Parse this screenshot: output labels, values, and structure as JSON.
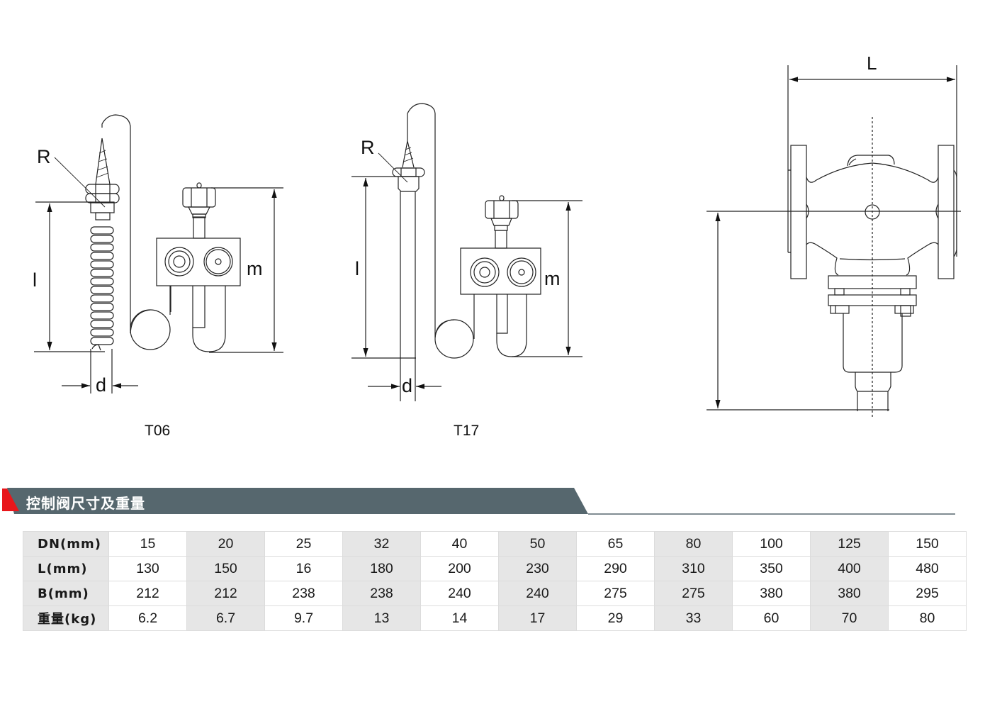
{
  "drawings": {
    "t06": {
      "caption": "T06",
      "labels": {
        "R": "R",
        "l": "l",
        "m": "m",
        "d": "d"
      }
    },
    "t17": {
      "caption": "T17",
      "labels": {
        "R": "R",
        "l": "l",
        "m": "m",
        "d": "d"
      }
    },
    "valve": {
      "labels": {
        "L": "L"
      }
    }
  },
  "section": {
    "title": "控制阀尺寸及重量",
    "accent_color": "#e8161b",
    "bar_color": "#56676e"
  },
  "table": {
    "rows": [
      {
        "header": "DN(mm)",
        "values": [
          "15",
          "20",
          "25",
          "32",
          "40",
          "50",
          "65",
          "80",
          "100",
          "125",
          "150"
        ]
      },
      {
        "header": "L(mm)",
        "values": [
          "130",
          "150",
          "16",
          "180",
          "200",
          "230",
          "290",
          "310",
          "350",
          "400",
          "480"
        ]
      },
      {
        "header": "B(mm)",
        "values": [
          "212",
          "212",
          "238",
          "238",
          "240",
          "240",
          "275",
          "275",
          "380",
          "380",
          "295"
        ]
      },
      {
        "header": "重量(kg)",
        "values": [
          "6.2",
          "6.7",
          "9.7",
          "13",
          "14",
          "17",
          "29",
          "33",
          "60",
          "70",
          "80"
        ]
      }
    ]
  }
}
